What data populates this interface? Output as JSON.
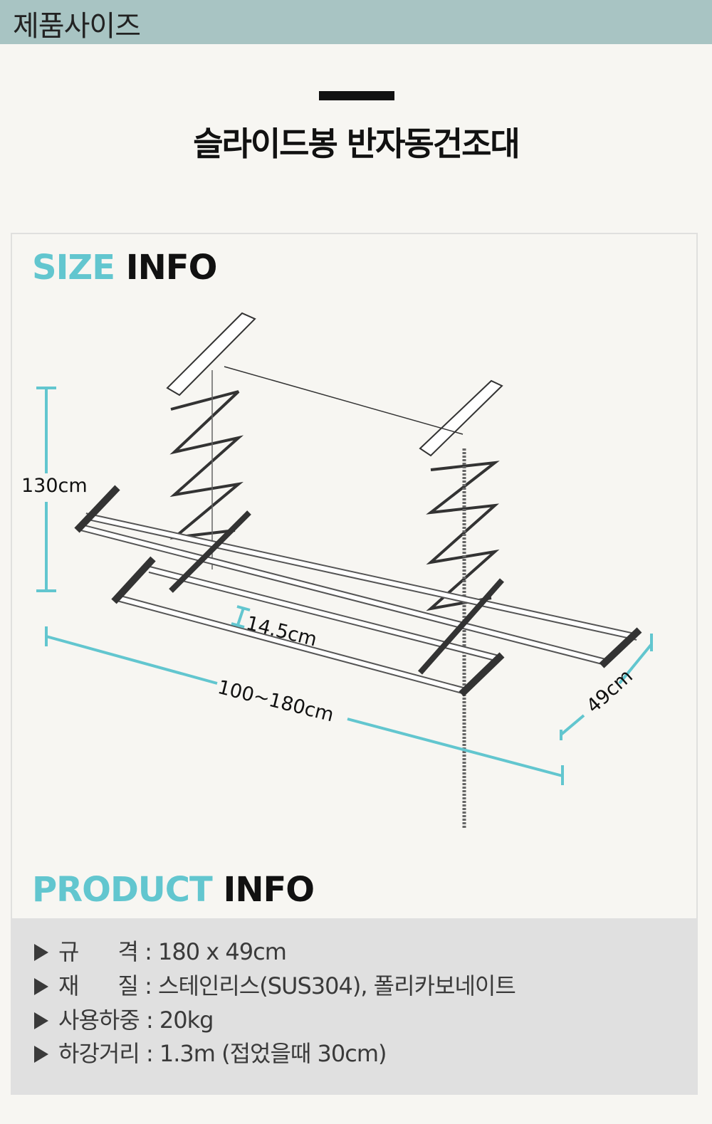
{
  "header": {
    "title": "제품사이즈"
  },
  "product": {
    "name": "슬라이드봉 반자동건조대"
  },
  "size_info": {
    "accent": "SIZE",
    "rest": "INFO"
  },
  "dimensions": {
    "height": "130cm",
    "spacing": "14.5cm",
    "width": "100~180cm",
    "depth": "49cm"
  },
  "product_info": {
    "accent": "PRODUCT",
    "rest": "INFO",
    "specs": [
      {
        "label": "규      격",
        "value": "180 x 49cm"
      },
      {
        "label": "재      질",
        "value": "스테인리스(SUS304), 폴리카보네이트"
      },
      {
        "label": "사용하중",
        "value": "20kg"
      },
      {
        "label": "하강거리",
        "value": "1.3m (접었을때 30cm)"
      }
    ]
  },
  "colors": {
    "accent": "#62c6cf",
    "header_bg": "#a8c4c3",
    "panel_bg": "#e0e0e0"
  }
}
